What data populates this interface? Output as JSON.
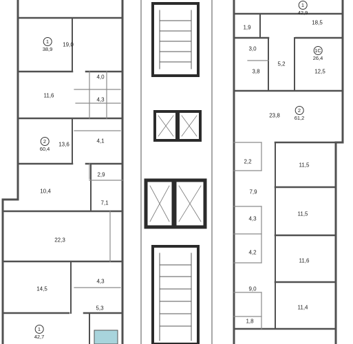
{
  "colors": {
    "wall": "#505050",
    "thin": "#8a8a8a",
    "core": "#2b2b2b",
    "accent": "#a8d4dc"
  },
  "apartments": [
    {
      "rooms": "1",
      "area": "38,9"
    },
    {
      "rooms": "2",
      "area": "60,4"
    },
    {
      "rooms": "1",
      "area": "42,7"
    },
    {
      "rooms": "1",
      "area": "42,9"
    },
    {
      "rooms": "1C",
      "area": "26,4"
    },
    {
      "rooms": "2",
      "area": "61,2"
    }
  ],
  "room_areas": [
    "19,0",
    "4,0",
    "11,6",
    "4,3",
    "13,6",
    "4,1",
    "2,9",
    "10,4",
    "7,1",
    "22,3",
    "14,5",
    "4,3",
    "5,3",
    "18,5",
    "1,9",
    "3,0",
    "3,8",
    "5,2",
    "12,5",
    "23,8",
    "2,2",
    "11,5",
    "7,9",
    "11,5",
    "4,3",
    "4,2",
    "11,6",
    "9,0",
    "11,4",
    "1,8"
  ]
}
